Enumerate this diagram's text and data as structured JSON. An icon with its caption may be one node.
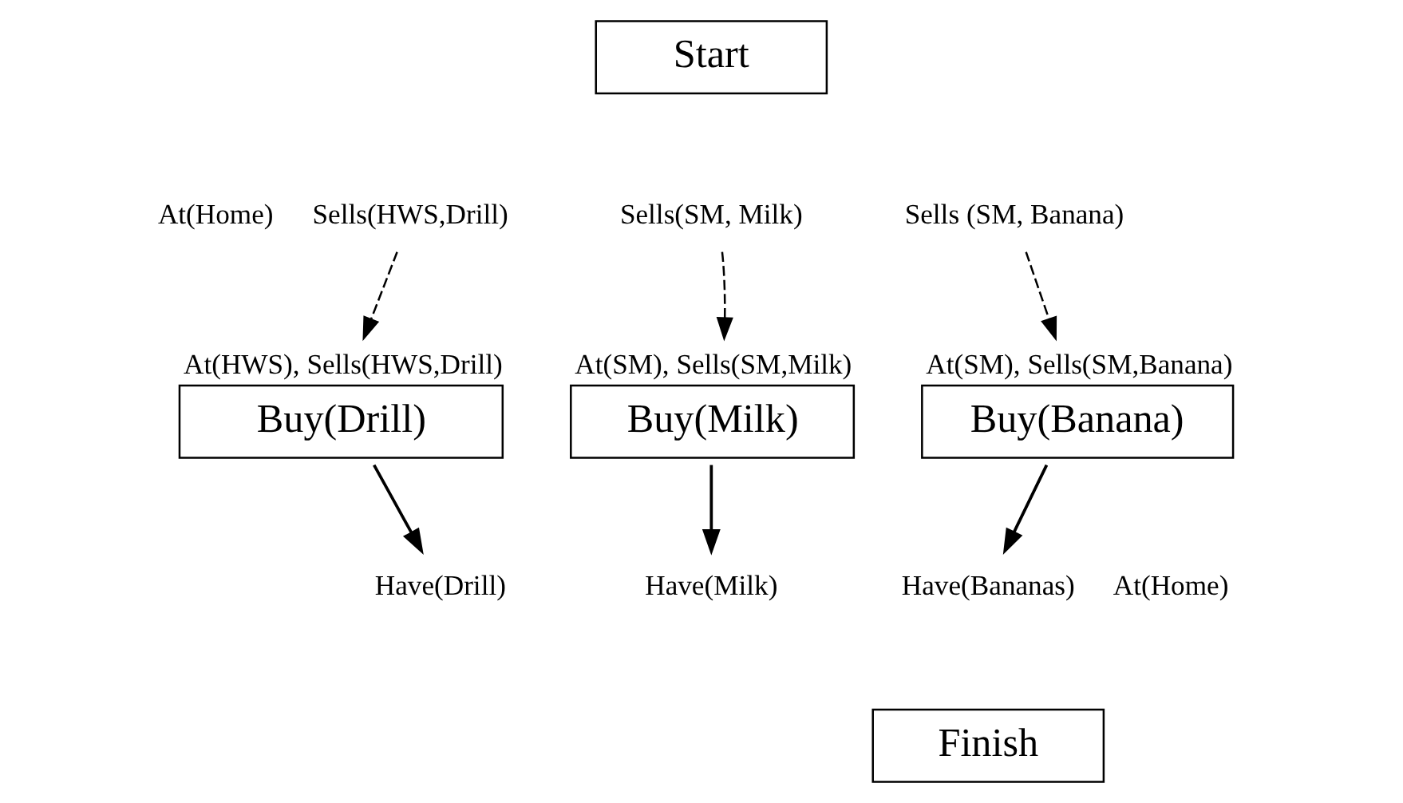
{
  "diagram": {
    "nodes": [
      {
        "text": [
          "Start"
        ]
      },
      {
        "text": [
          "At(Home)"
        ]
      },
      {
        "text": [
          "Sells(HWS,Drill)"
        ]
      },
      {
        "text": [
          "Sells(SM, Milk)"
        ]
      },
      {
        "text": [
          "Sells (SM, Banana)"
        ]
      },
      {
        "text": [
          "At(HWS), Sells(HWS,Drill)",
          "Buy(Drill)"
        ]
      },
      {
        "text": [
          "At(SM), Sells(SM,Milk)",
          "Buy(Milk)"
        ]
      },
      {
        "text": [
          "At(SM), Sells(SM,Banana)",
          "Buy(Banana)"
        ]
      },
      {
        "text": [
          "Have(Drill)"
        ]
      },
      {
        "text": [
          "Have(Milk)"
        ]
      },
      {
        "text": [
          "Have(Bananas)"
        ]
      },
      {
        "text": [
          "At(Home)"
        ]
      },
      {
        "text": [
          "Finish"
        ]
      }
    ],
    "edges": [
      {
        "from": 2,
        "to": 5,
        "arrow": "to",
        "style": "dashed"
      },
      {
        "from": 3,
        "to": 6,
        "arrow": "to",
        "style": "dashed"
      },
      {
        "from": 4,
        "to": 7,
        "arrow": "to",
        "style": "dashed"
      },
      {
        "from": 5,
        "to": 8,
        "arrow": "to"
      },
      {
        "from": 6,
        "to": 9,
        "arrow": "to"
      },
      {
        "from": 7,
        "to": 10,
        "arrow": "to"
      }
    ]
  }
}
